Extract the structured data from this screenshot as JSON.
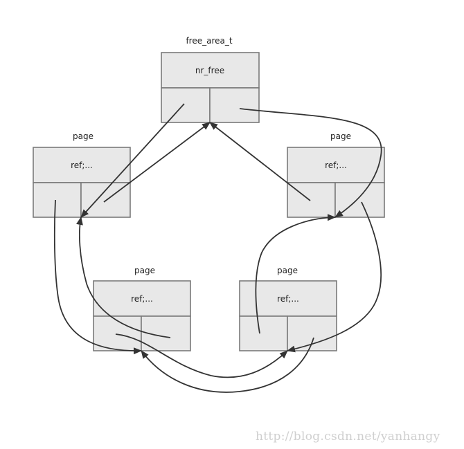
{
  "free_area": {
    "title": "free_area_t",
    "field": "nr_free"
  },
  "pages": [
    {
      "title": "page",
      "field": "ref;..."
    },
    {
      "title": "page",
      "field": "ref;..."
    },
    {
      "title": "page",
      "field": "ref;..."
    },
    {
      "title": "page",
      "field": "ref;..."
    }
  ],
  "watermark": "http://blog.csdn.net/yanhangy"
}
